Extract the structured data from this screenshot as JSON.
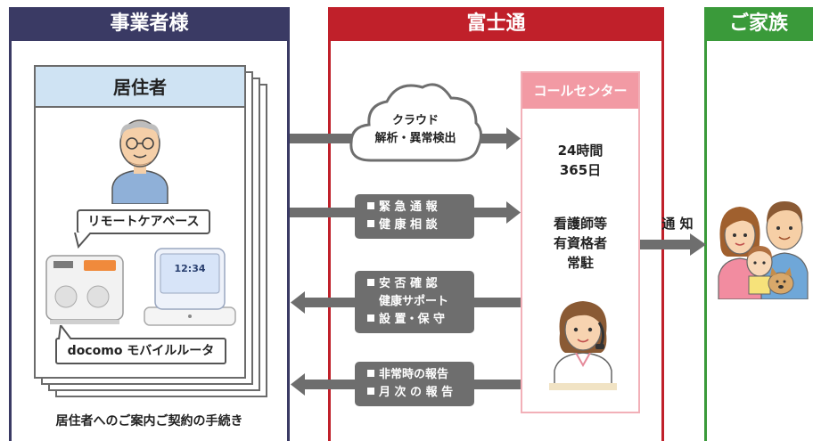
{
  "columns": {
    "business": {
      "title": "事業者様",
      "color": "#3a3a64"
    },
    "fujitsu": {
      "title": "富士通",
      "color": "#c0202a"
    },
    "family": {
      "title": "ご家族",
      "color": "#3a9a3a"
    }
  },
  "resident_card": {
    "title": "居住者",
    "remote_label": "リモートケアベース",
    "router_label": "docomo モバイルルータ",
    "device_screen_text": "12:34"
  },
  "business_footer": "居住者へのご案内ご契約の手続き",
  "cloud": {
    "line1": "クラウド",
    "line2": "解析・異常検出"
  },
  "flows": {
    "to_center": [
      "緊 急 通 報",
      "健 康 相 談"
    ],
    "to_business_1": [
      "安 否 確 認",
      "健康サポート",
      "設 置・保 守"
    ],
    "to_business_2": [
      "非常時の報告",
      "月 次 の 報 告"
    ]
  },
  "call_center": {
    "title": "コールセンター",
    "hours1": "24時間",
    "hours2": "365日",
    "staff1": "看護師等",
    "staff2": "有資格者",
    "staff3": "常駐"
  },
  "notify_label": "通 知",
  "colors": {
    "arrow": "#6e6e6e",
    "resident_header": "#cfe3f3",
    "center_header": "#f29aa4",
    "center_border": "#f2b0b8"
  }
}
